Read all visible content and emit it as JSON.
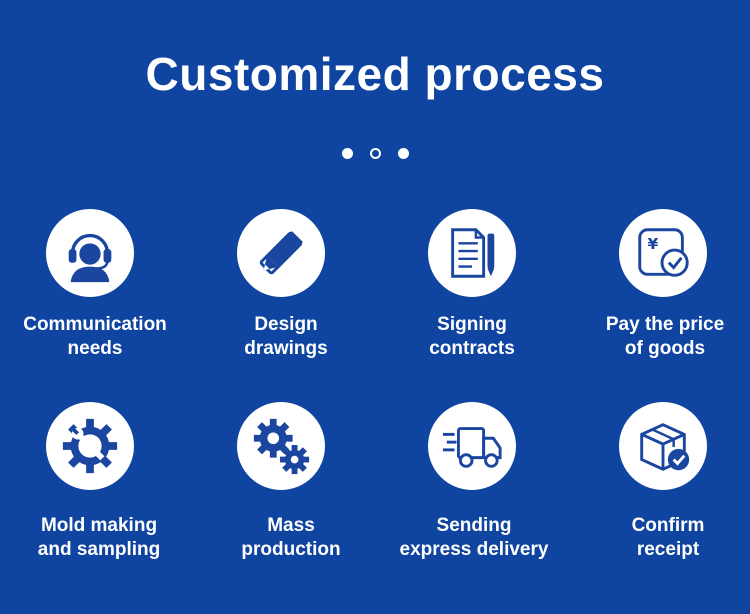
{
  "title": "Customized process",
  "accent_color": "#1a46a0",
  "background_color": "#0f45a0",
  "carousel": {
    "count": 3,
    "active_hollow_index": 1
  },
  "steps": [
    {
      "icon": "headset-icon",
      "line1": "Communication",
      "line2": "needs"
    },
    {
      "icon": "pencil-ruler-icon",
      "line1": "Design",
      "line2": "drawings"
    },
    {
      "icon": "contract-pen-icon",
      "line1": "Signing",
      "line2": "contracts"
    },
    {
      "icon": "payment-check-icon",
      "line1": "Pay the price",
      "line2": "of goods"
    },
    {
      "icon": "gear-wrench-icon",
      "line1": "Mold making",
      "line2": "and sampling"
    },
    {
      "icon": "gears-icon",
      "line1": "Mass",
      "line2": "production"
    },
    {
      "icon": "delivery-truck-icon",
      "line1": "Sending",
      "line2": "express delivery"
    },
    {
      "icon": "package-check-icon",
      "line1": "Confirm",
      "line2": "receipt"
    }
  ]
}
